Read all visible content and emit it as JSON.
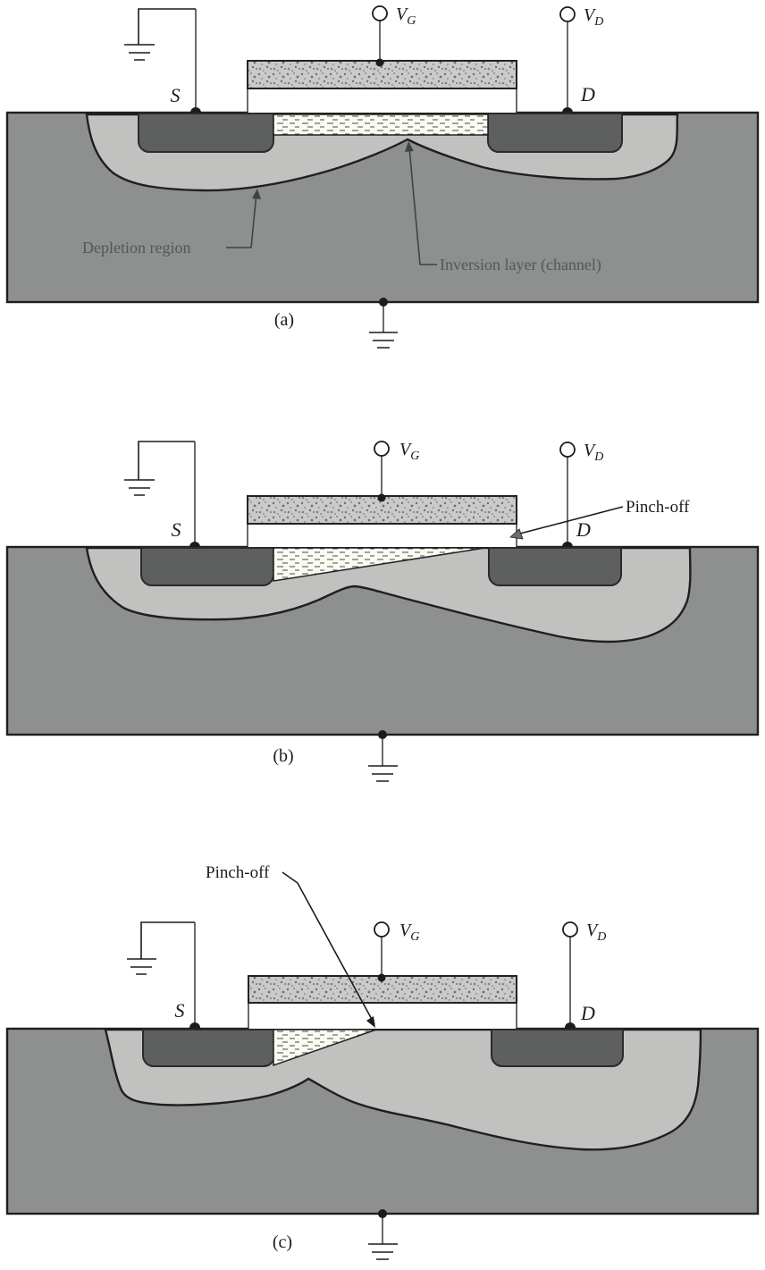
{
  "document": {
    "type": "textbook-figure",
    "subject": "MOSFET cross sections for increasing drain voltage"
  },
  "colors": {
    "substrate": "#8e8f8f",
    "depletion_region": "#c1c1c0",
    "diffusion_n_plus": "#5e6060",
    "gate_electrode_base": "#cacaca",
    "channel_background": "#fbfaf3",
    "outline": "#1f1f1f",
    "faded_label": "#53575a"
  },
  "figures": {
    "a": {
      "caption": "(a)",
      "source_label": "S",
      "drain_label": "D",
      "vg": {
        "base": "V",
        "sub": "G"
      },
      "vd": {
        "base": "V",
        "sub": "D"
      },
      "depletion_label": "Depletion region",
      "inversion_label": "Inversion layer (channel)"
    },
    "b": {
      "caption": "(b)",
      "source_label": "S",
      "drain_label": "D",
      "vg": {
        "base": "V",
        "sub": "G"
      },
      "vd": {
        "base": "V",
        "sub": "D"
      },
      "pinchoff_label": "Pinch-off"
    },
    "c": {
      "caption": "(c)",
      "source_label": "S",
      "drain_label": "D",
      "vg": {
        "base": "V",
        "sub": "G"
      },
      "vd": {
        "base": "V",
        "sub": "D"
      },
      "pinchoff_label": "Pinch-off"
    }
  }
}
